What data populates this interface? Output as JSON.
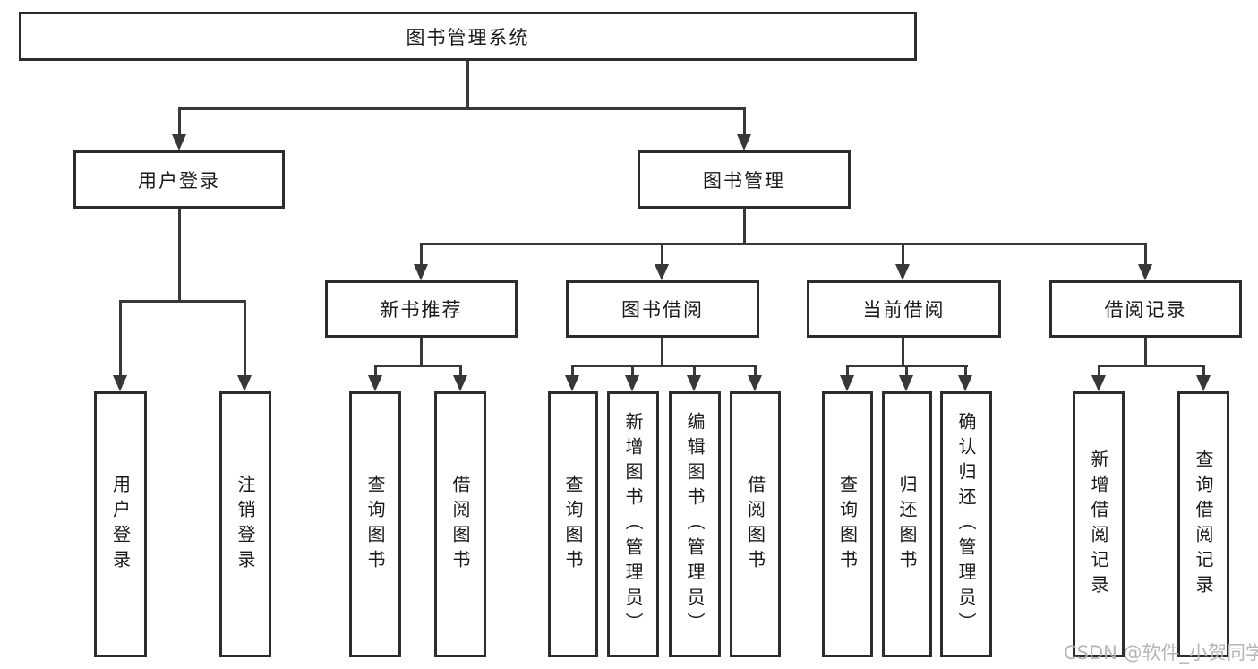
{
  "nodes": {
    "root": "图书管理系统",
    "user_login": "用户登录",
    "book_management": "图书管理",
    "new_book_recommend": "新书推荐",
    "book_borrow": "图书借阅",
    "current_borrow": "当前借阅",
    "borrow_record": "借阅记录",
    "leaf_user_login": "用户登录",
    "leaf_logout": "注销登录",
    "leaf_rec_query_book": "查询图书",
    "leaf_rec_borrow_book": "借阅图书",
    "leaf_bb_query_book": "查询图书",
    "leaf_bb_add_book": "新增图书（管理员）",
    "leaf_bb_edit_book": "编辑图书（管理员）",
    "leaf_bb_borrow_book": "借阅图书",
    "leaf_cb_query_book": "查询图书",
    "leaf_cb_return_book": "归还图书",
    "leaf_cb_confirm_return": "确认归还（管理员）",
    "leaf_br_add_record": "新增借阅记录",
    "leaf_br_query_record": "查询借阅记录"
  },
  "watermark": "CSDN @软件_小贺同学",
  "colors": {
    "line": "#383838",
    "node_border": "#2d2d2d",
    "text": "#1a1a1a",
    "background": "#ffffff",
    "watermark": "#b2b2b2"
  }
}
